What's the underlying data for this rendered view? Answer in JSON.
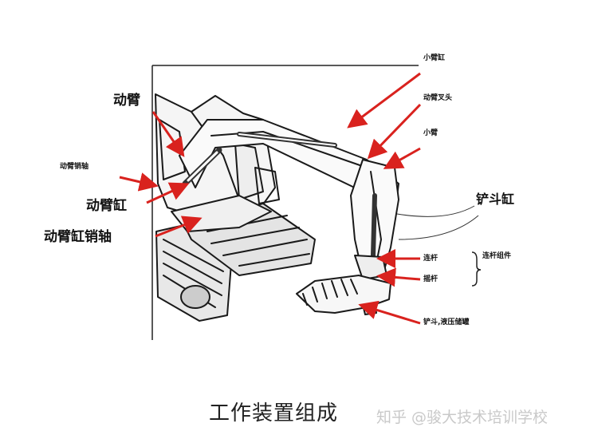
{
  "labels": {
    "dongbi": "动臂",
    "dongbi_xiaozhou": "动臂销轴",
    "dongbi_gang": "动臂缸",
    "dongbi_gang_xiaozhou": "动臂缸销轴",
    "xiaobi_gang": "小臂缸",
    "dongbi_chatou": "动臂叉头",
    "xiaobi": "小臂",
    "chandou_gang": "铲斗缸",
    "lianggan": "连杆",
    "yaogan": "摇杆",
    "lianggan_zujian": "连杆组件",
    "chandou_yeya": "铲斗,液压储罐"
  },
  "caption": "工作装置组成",
  "watermark": "知乎 @骏大技术培训学校",
  "colors": {
    "arrow": "#d9221e",
    "line": "#222222"
  }
}
